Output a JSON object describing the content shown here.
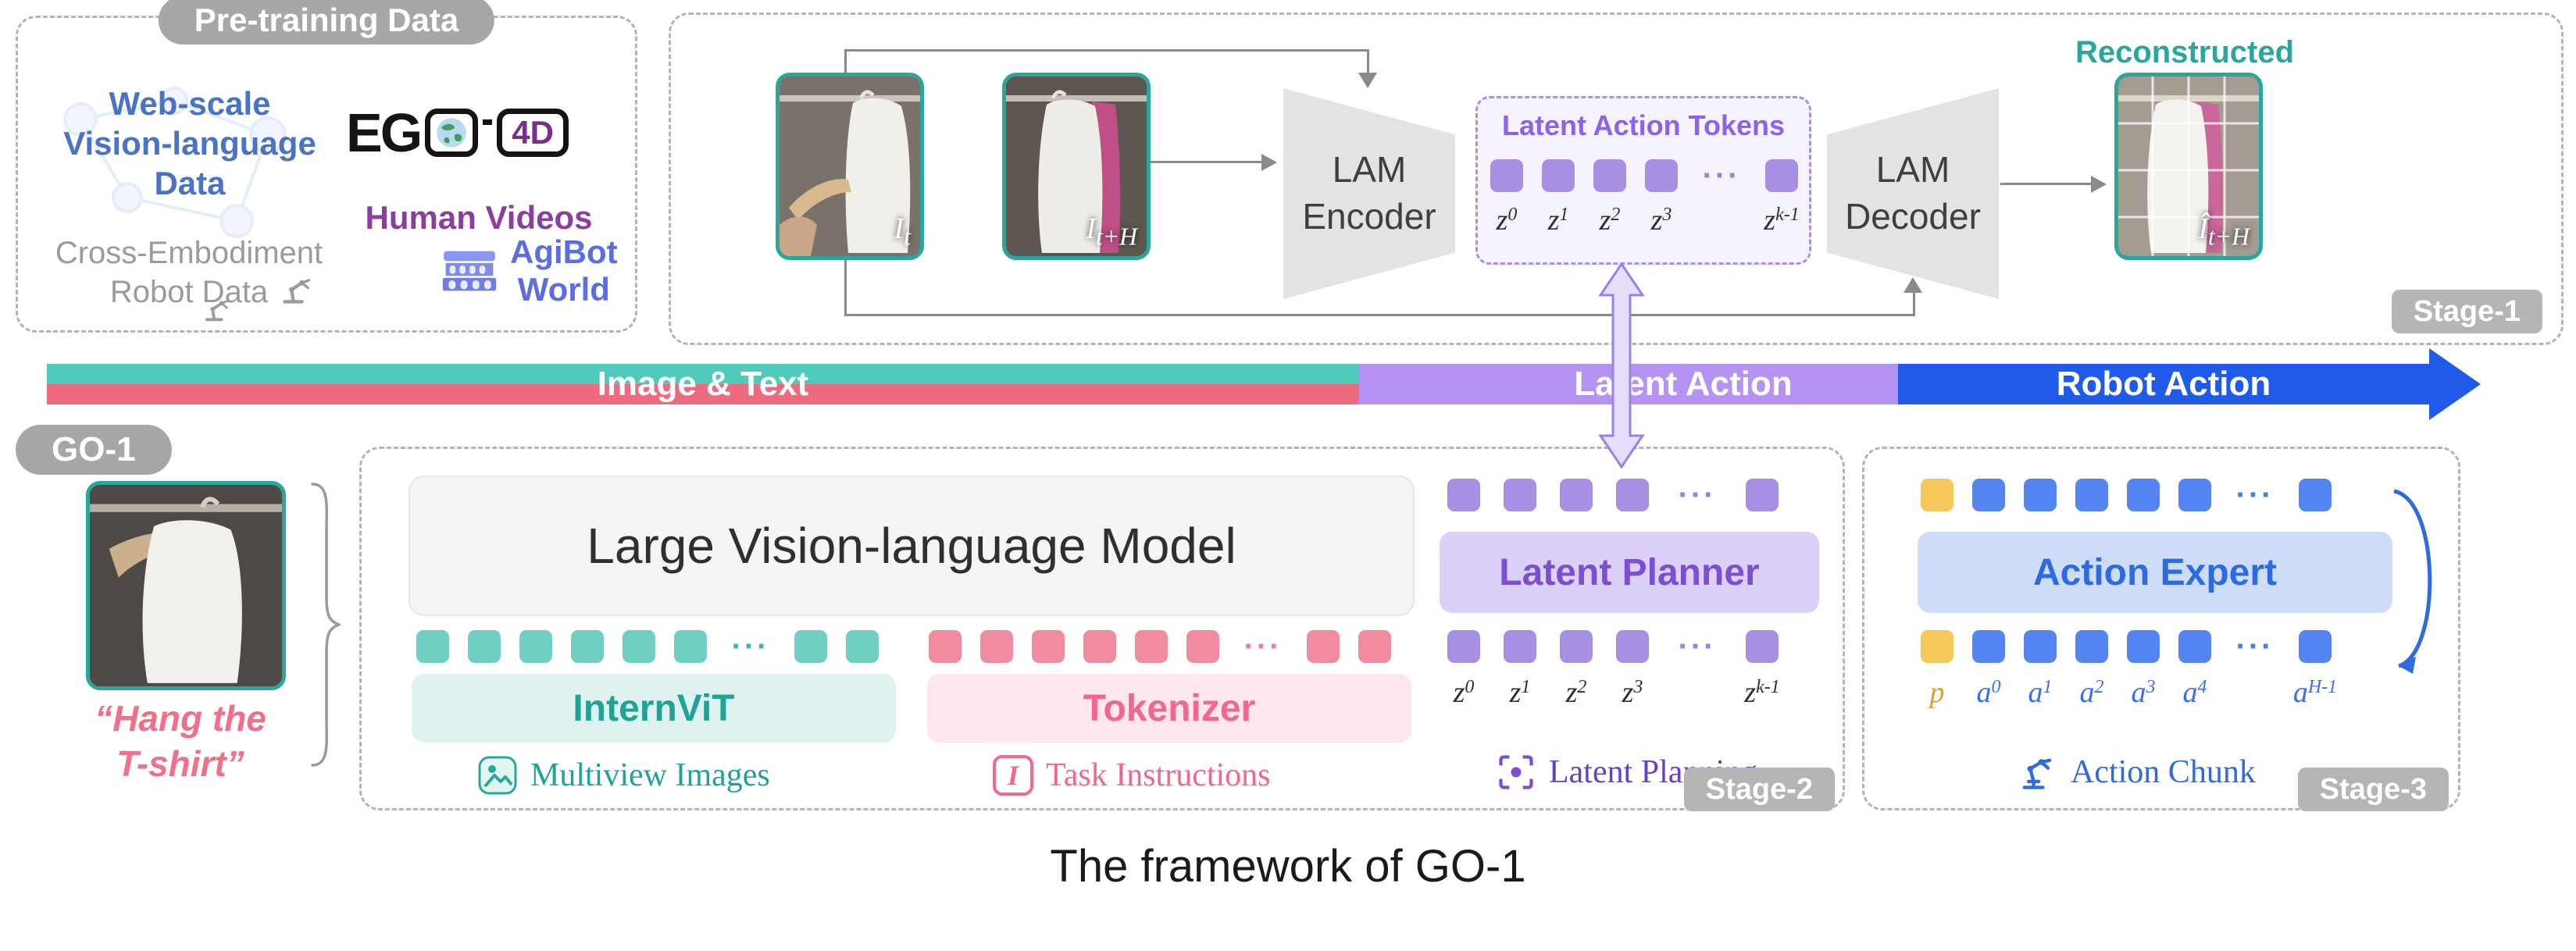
{
  "caption": "The framework of GO-1",
  "colors": {
    "teal": "#2aa79b",
    "pink": "#ee6380",
    "purple": "#8a63e8",
    "blue": "#2f6be0",
    "yellow": "#f2c14e",
    "badge_gray": "#b5b5b5",
    "bar_teal": "#4fcabb",
    "bar_pink": "#ee6a7e",
    "bar_purple": "#b493f2",
    "bar_blue": "#1f5ae8"
  },
  "icons": {
    "globe": "globe-icon",
    "glasses": "glasses-frame-icon",
    "colosseum": "colosseum-icon",
    "robot_arm_gray": "robot-arm-icon",
    "multiview": "photo-frame-icon",
    "task": "italic-I-icon",
    "latent_planning": "focus-brackets-icon",
    "action_chunk": "robot-arm-icon",
    "loop": "cycle-arrow-icon"
  },
  "pretraining": {
    "title": "Pre-training Data",
    "web_scale": "Web-scale\nVision-language\nData",
    "ego_prefix": "EG",
    "ego_lens": "4D",
    "human_videos": "Human Videos",
    "cross_embodiment": "Cross-Embodiment\nRobot Data",
    "agibot": "AgiBot\nWorld"
  },
  "stage1": {
    "badge": "Stage-1",
    "encoder": "LAM\nEncoder",
    "decoder": "LAM\nDecoder",
    "tokens_title": "Latent Action Tokens",
    "reconstructed": "Reconstructed",
    "dots": "···",
    "img_t": {
      "base": "I",
      "sub": "t"
    },
    "img_th": {
      "base": "I",
      "sub": "t+H"
    },
    "img_recon": {
      "base": "Î",
      "sub": "t+H"
    },
    "z": [
      {
        "base": "z",
        "sub": "0"
      },
      {
        "base": "z",
        "sub": "1"
      },
      {
        "base": "z",
        "sub": "2"
      },
      {
        "base": "z",
        "sub": "3"
      },
      {
        "base": "z",
        "sub": "k-1"
      }
    ]
  },
  "flowbar": {
    "image_text": "Image & Text",
    "latent_action": "Latent Action",
    "robot_action": "Robot Action"
  },
  "go1": {
    "badge": "GO-1",
    "instruction": "“Hang the\nT-shirt”"
  },
  "stage2": {
    "badge": "Stage-2",
    "lvm": "Large Vision-language Model",
    "internvit": "InternViT",
    "tokenizer": "Tokenizer",
    "multiview": "Multiview Images",
    "task_instructions": "Task Instructions",
    "task_icon_glyph": "I",
    "latent_planner": "Latent Planner",
    "latent_planning": "Latent Planning",
    "dots": "···",
    "z": [
      {
        "base": "z",
        "sub": "0"
      },
      {
        "base": "z",
        "sub": "1"
      },
      {
        "base": "z",
        "sub": "2"
      },
      {
        "base": "z",
        "sub": "3"
      },
      {
        "base": "z",
        "sub": "k-1"
      }
    ]
  },
  "stage3": {
    "badge": "Stage-3",
    "action_expert": "Action Expert",
    "action_chunk": "Action Chunk",
    "dots": "···",
    "p_label": "p",
    "a": [
      {
        "base": "a",
        "sub": "0"
      },
      {
        "base": "a",
        "sub": "1"
      },
      {
        "base": "a",
        "sub": "2"
      },
      {
        "base": "a",
        "sub": "3"
      },
      {
        "base": "a",
        "sub": "4"
      },
      {
        "base": "a",
        "sub": "H-1"
      }
    ]
  }
}
